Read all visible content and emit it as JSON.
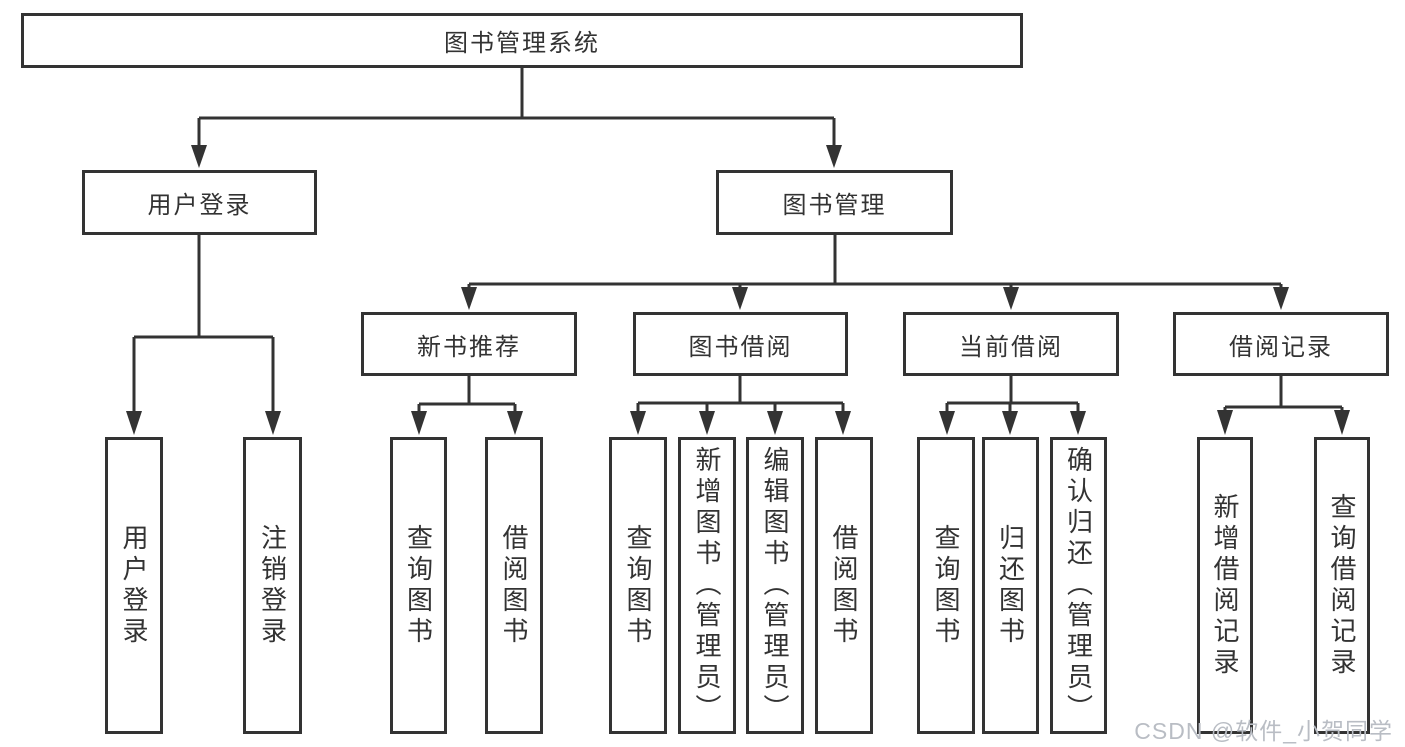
{
  "diagram": {
    "root": {
      "label": "图书管理系统"
    },
    "level2": {
      "user_login": {
        "label": "用户登录"
      },
      "book_management": {
        "label": "图书管理"
      }
    },
    "level3": {
      "new_book_recommend": {
        "label": "新书推荐"
      },
      "book_borrow": {
        "label": "图书借阅"
      },
      "current_borrow": {
        "label": "当前借阅"
      },
      "borrow_record": {
        "label": "借阅记录"
      }
    },
    "leaves": {
      "user_login_login": {
        "label": "用户登录"
      },
      "user_login_logout": {
        "label": "注销登录"
      },
      "recommend_query_books": {
        "label": "查询图书"
      },
      "recommend_borrow_books": {
        "label": "借阅图书"
      },
      "borrow_query_books": {
        "label": "查询图书"
      },
      "borrow_add_books": {
        "label": "新增图书（管理员）"
      },
      "borrow_edit_books": {
        "label": "编辑图书（管理员）"
      },
      "borrow_borrow_books": {
        "label": "借阅图书"
      },
      "current_query_books": {
        "label": "查询图书"
      },
      "current_return_books": {
        "label": "归还图书"
      },
      "current_confirm_return": {
        "label": "确认归还（管理员）"
      },
      "record_add_record": {
        "label": "新增借阅记录"
      },
      "record_query_record": {
        "label": "查询借阅记录"
      }
    }
  },
  "watermark": {
    "text": "CSDN @软件_小贺同学"
  },
  "colors": {
    "line": "#333333",
    "box_border": "#333333",
    "box_background": "#ffffff",
    "text": "#333333",
    "watermark": "#b9bdc4",
    "page_background": "#ffffff"
  }
}
